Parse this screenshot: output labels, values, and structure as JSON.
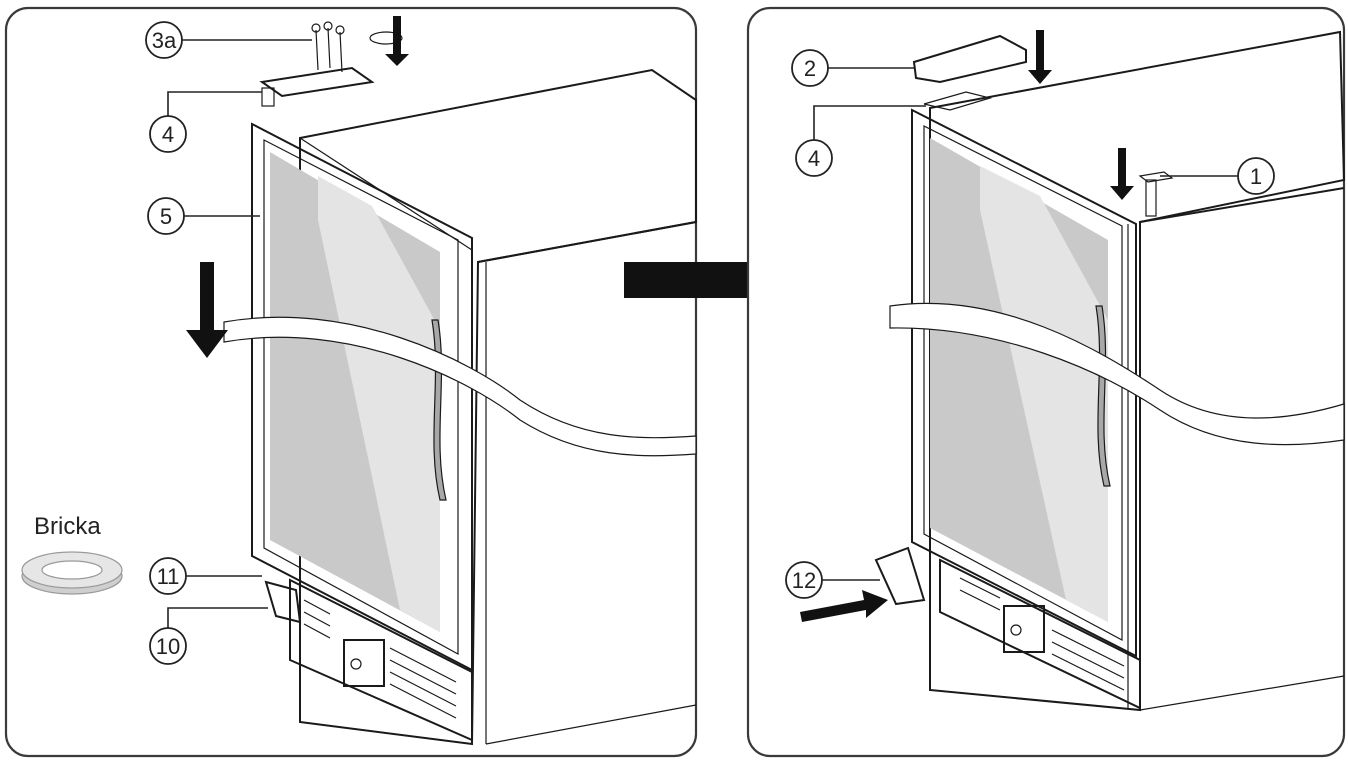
{
  "left_panel": {
    "callouts": {
      "screws": "3a",
      "top_hinge": "4",
      "door": "5",
      "bottom_pin": "11",
      "bottom_hinge": "10"
    },
    "washer_label": "Bricka"
  },
  "right_panel": {
    "callouts": {
      "hinge_cover": "2",
      "top_hinge": "4",
      "pin_cap": "1",
      "bottom_cover": "12"
    }
  },
  "colors": {
    "frame": "#3a3a3a",
    "glass": "#c9c9c9",
    "arrow": "#111111"
  }
}
